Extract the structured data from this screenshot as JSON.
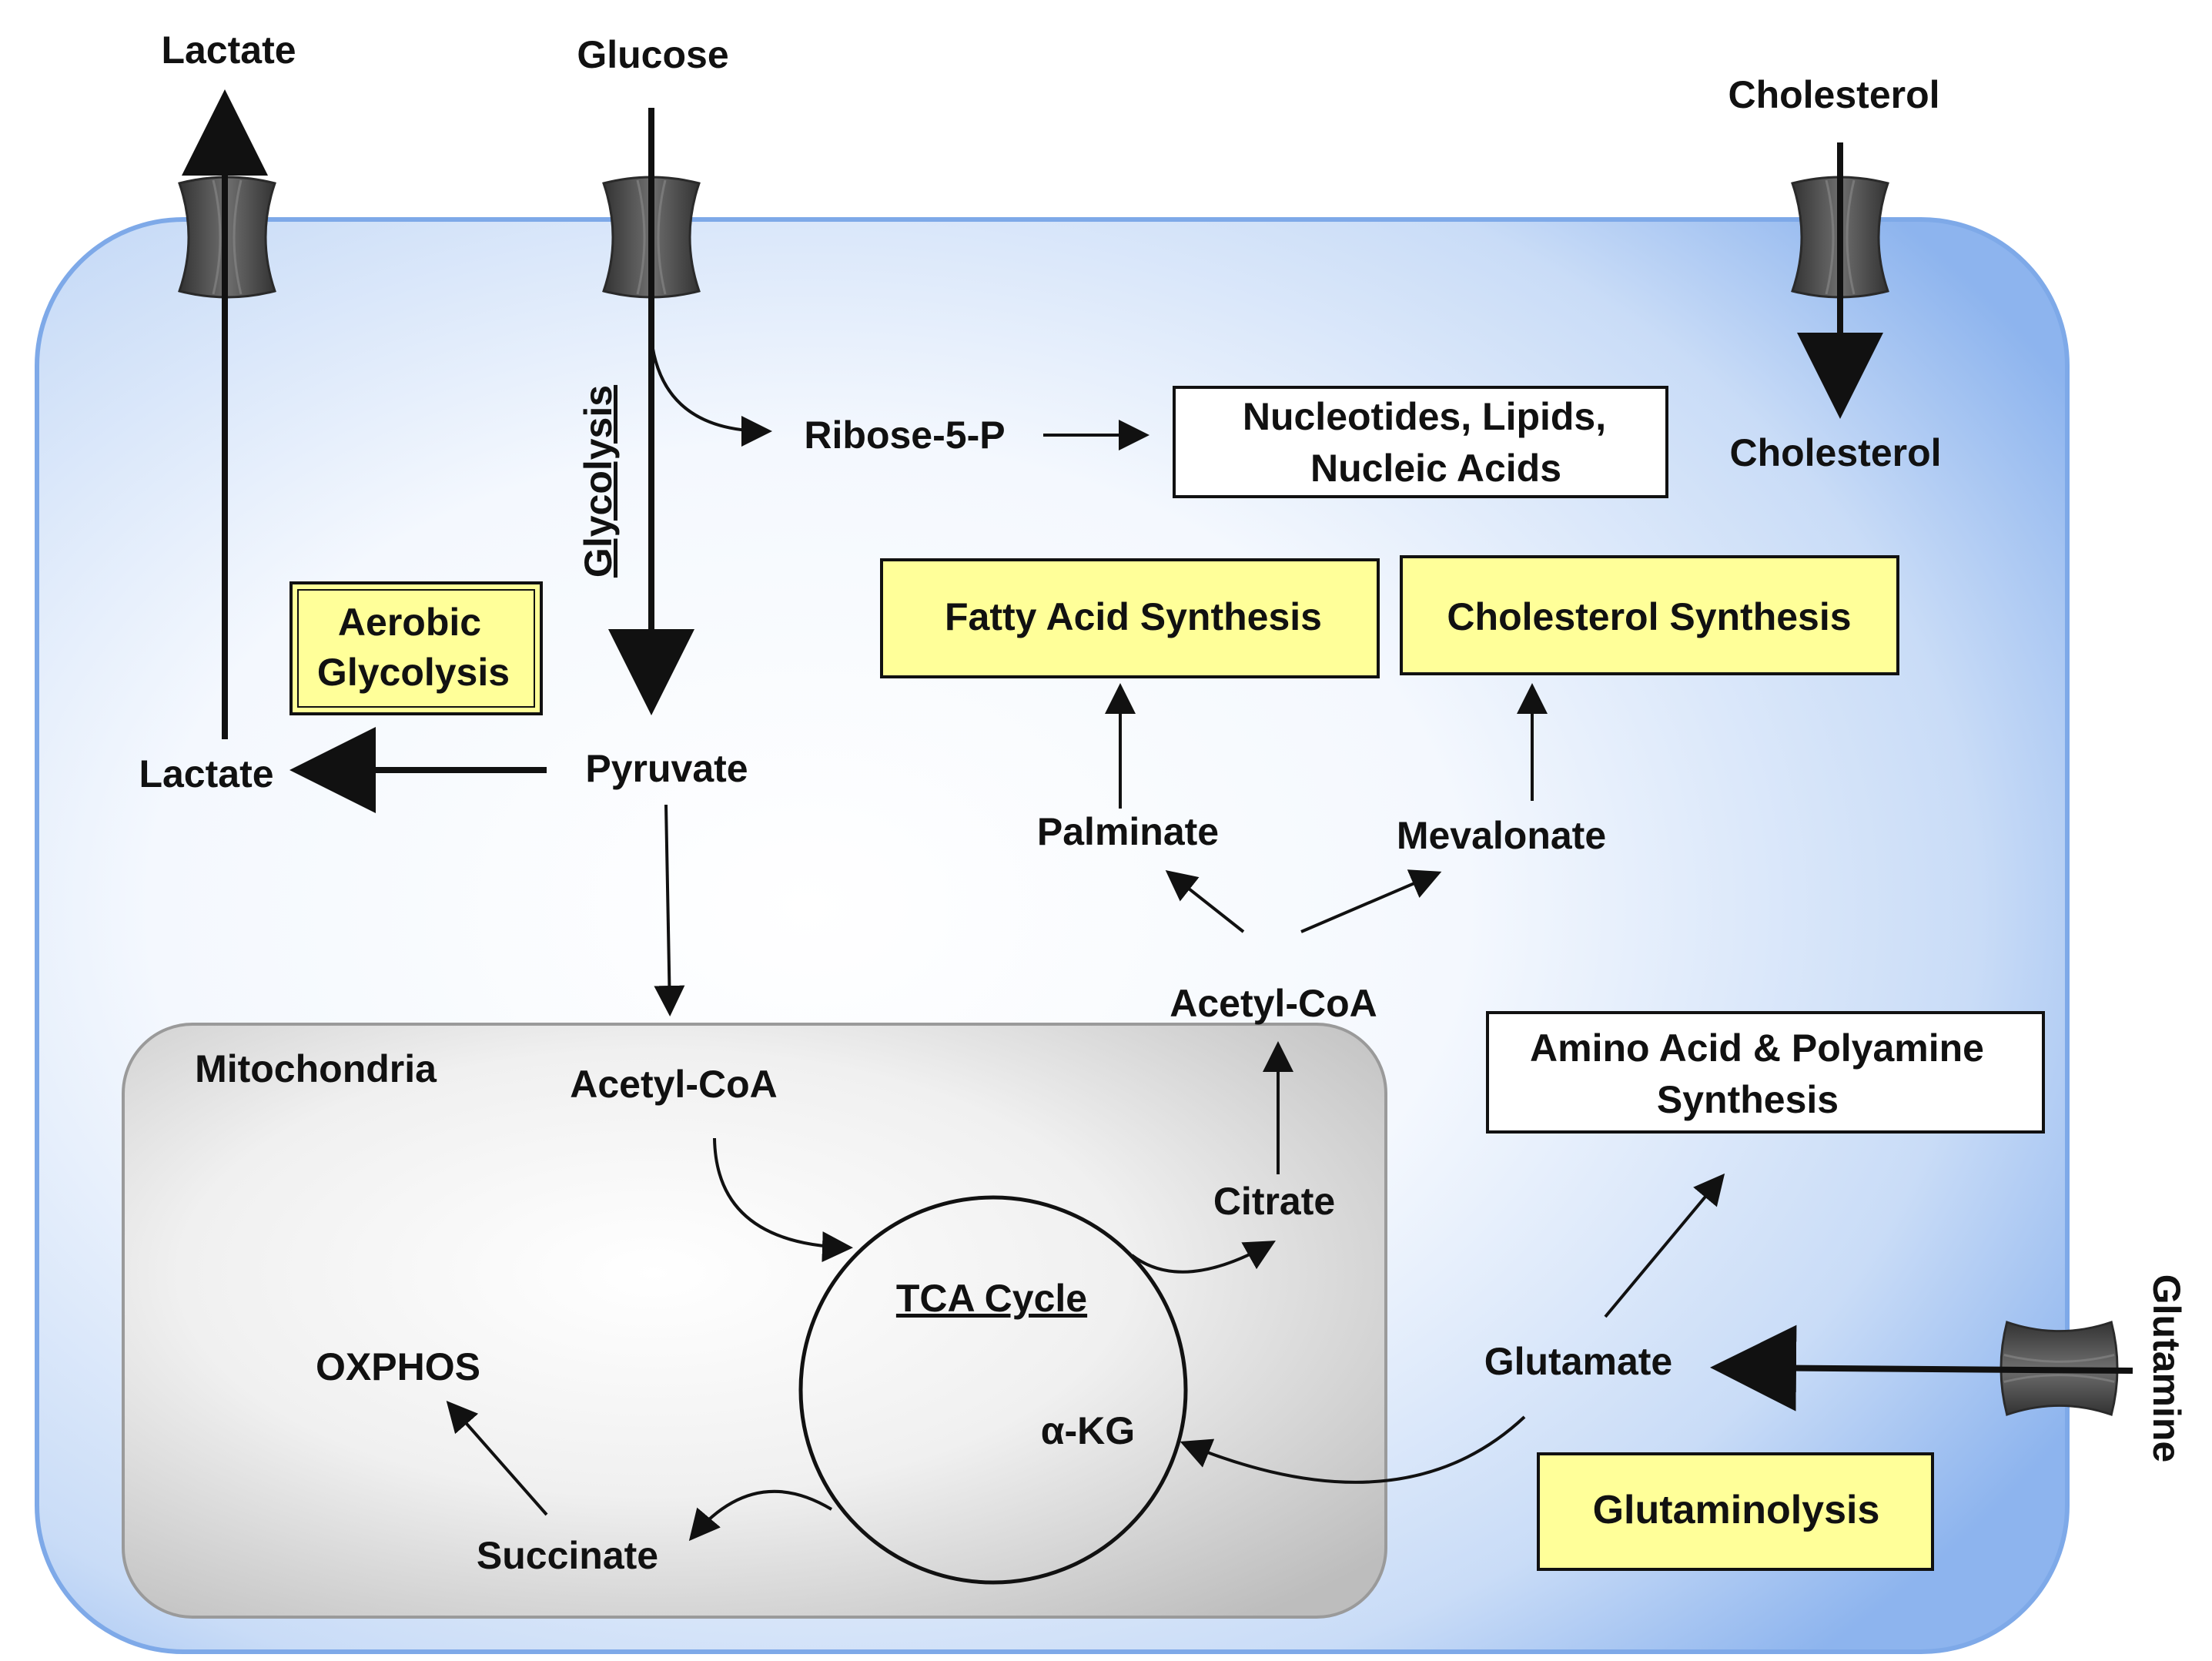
{
  "outside": {
    "lactate_out": "Lactate",
    "glucose_out": "Glucose",
    "cholesterol_out": "Cholesterol",
    "glutamine_out": "Glutamine"
  },
  "cytoplasm": {
    "glycolysis": "Glycolysis",
    "ribose": "Ribose-5-P",
    "nucleotides_line1": "Nucleotides, Lipids,",
    "nucleotides_line2": "Nucleic Acids",
    "cholesterol_in": "Cholesterol",
    "aerobic_line1": "Aerobic",
    "aerobic_line2": "Glycolysis",
    "fatty_acid_synthesis": "Fatty Acid Synthesis",
    "cholesterol_synthesis": "Cholesterol Synthesis",
    "lactate_in": "Lactate",
    "pyruvate": "Pyruvate",
    "palminate": "Palminate",
    "mevalonate": "Mevalonate",
    "acetyl_coa_cyto": "Acetyl-CoA",
    "amino_line1": "Amino Acid & Polyamine",
    "amino_line2": "Synthesis",
    "glutamate": "Glutamate",
    "glutaminolysis": "Glutaminolysis"
  },
  "mitochondria": {
    "label": "Mitochondria",
    "acetyl_coa": "Acetyl-CoA",
    "citrate": "Citrate",
    "tca_cycle": "TCA Cycle",
    "oxphos": "OXPHOS",
    "alpha_kg": "α-KG",
    "succinate": "Succinate"
  },
  "colors": {
    "cell_fill": "#8db4ee",
    "cell_center": "#ffffff",
    "mito_fill": "#c8c8c8",
    "highlight_box": "#ffff99",
    "transporter": "#4a4a4a",
    "text": "#111111"
  }
}
